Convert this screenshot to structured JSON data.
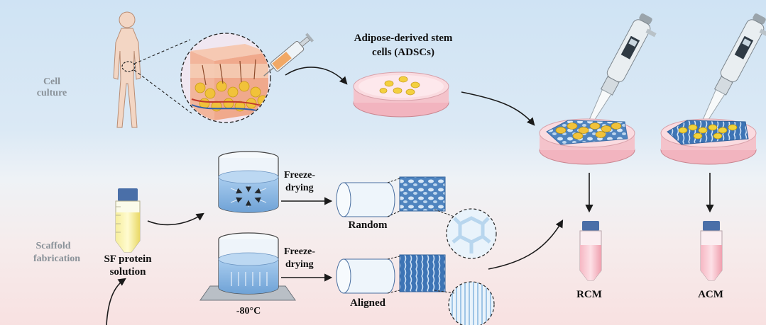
{
  "side_labels": {
    "cell_culture": "Cell culture",
    "scaffold_line1": "Scaffold",
    "scaffold_line2": "fabrication"
  },
  "labels": {
    "adscs_line1": "Adipose-derived stem",
    "adscs_line2": "cells (ADSCs)",
    "sf_line1": "SF protein",
    "sf_line2": "solution",
    "freeze_top_line1": "Freeze-",
    "freeze_top_line2": "drying",
    "freeze_bottom_line1": "Freeze-",
    "freeze_bottom_line2": "drying",
    "random": "Random",
    "aligned": "Aligned",
    "temperature": "-80°C",
    "rcm": "RCM",
    "acm": "ACM"
  },
  "colors": {
    "cell_yellow": "#f4d03f",
    "dish_pink": "#f3b8c2",
    "water_blue": "#8fb9e3",
    "scaffold_blue": "#5b8fc7",
    "tube_pink": "#f4a9b6",
    "tube_yellow": "#f2e27a",
    "arrow": "#1a1a1a"
  }
}
